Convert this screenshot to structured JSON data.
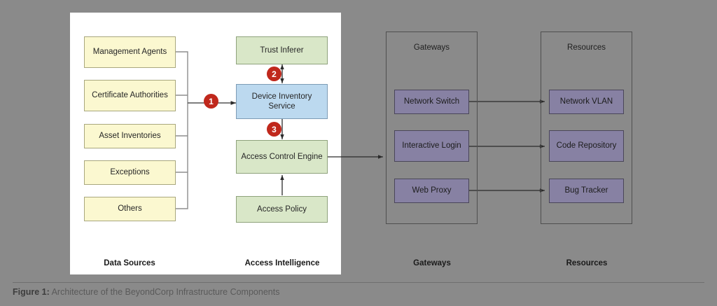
{
  "figure": {
    "caption_label": "Figure 1:",
    "caption_text": "Architecture of the BeyondCorp Infrastructure Components"
  },
  "colors": {
    "background": "#8a8a8a",
    "panel": "#ffffff",
    "data_source_fill": "#fbf8d0",
    "access_intelligence_fill": "#d9e7c8",
    "device_inventory_fill": "#bcd9ef",
    "gateway_resource_fill": "#8781a3",
    "badge": "#c0281c",
    "connector": "#3a3a3a"
  },
  "sections": {
    "data_sources": {
      "label": "Data Sources",
      "nodes": [
        {
          "label": "Management Agents"
        },
        {
          "label": "Certificate Authorities"
        },
        {
          "label": "Asset Inventories"
        },
        {
          "label": "Exceptions"
        },
        {
          "label": "Others"
        }
      ]
    },
    "access_intelligence": {
      "label": "Access Intelligence",
      "nodes": [
        {
          "label": "Trust Inferer"
        },
        {
          "label": "Device Inventory Service"
        },
        {
          "label": "Access Control Engine"
        },
        {
          "label": "Access Policy"
        }
      ]
    },
    "gateways": {
      "label": "Gateways",
      "frame_title": "Gateways",
      "nodes": [
        {
          "label": "Network Switch"
        },
        {
          "label": "Interactive Login"
        },
        {
          "label": "Web Proxy"
        }
      ]
    },
    "resources": {
      "label": "Resources",
      "frame_title": "Resources",
      "nodes": [
        {
          "label": "Network VLAN"
        },
        {
          "label": "Code Repository"
        },
        {
          "label": "Bug Tracker"
        }
      ]
    }
  },
  "steps": [
    {
      "number": "1"
    },
    {
      "number": "2"
    },
    {
      "number": "3"
    }
  ]
}
